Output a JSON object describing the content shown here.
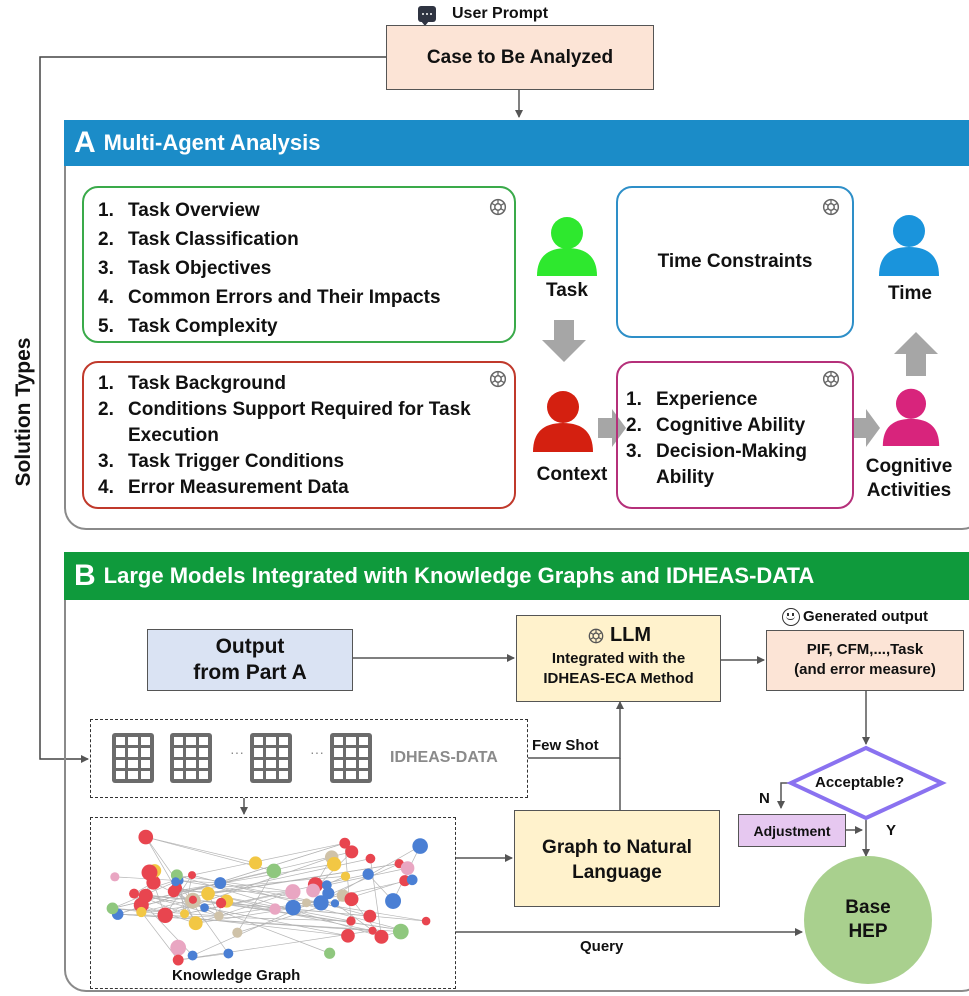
{
  "header": {
    "user_prompt_label": "User Prompt",
    "case_box": "Case to Be Analyzed"
  },
  "side_label": "Solution  Types",
  "section_a": {
    "letter": "A",
    "title": "Multi-Agent Analysis",
    "color": "#1b8cc8",
    "task_list": [
      {
        "num": "1.",
        "text": "Task Overview"
      },
      {
        "num": "2.",
        "text": "Task Classification"
      },
      {
        "num": "3.",
        "text": "Task Objectives"
      },
      {
        "num": "4.",
        "text": "Common Errors and Their Impacts"
      },
      {
        "num": "5.",
        "text": "Task Complexity"
      }
    ],
    "context_list": [
      {
        "num": "1.",
        "text": "Task Background"
      },
      {
        "num": "2.",
        "text": "Conditions Support Required for Task Execution"
      },
      {
        "num": "3.",
        "text": "Task Trigger Conditions"
      },
      {
        "num": "4.",
        "text": "Error Measurement Data"
      }
    ],
    "time_box": "Time Constraints",
    "cognitive_list": [
      {
        "num": "1.",
        "text": "Experience"
      },
      {
        "num": "2.",
        "text": "Cognitive Ability"
      },
      {
        "num": "3.",
        "text": "Decision-Making Ability"
      }
    ],
    "agents": {
      "task": "Task",
      "context": "Context",
      "time": "Time",
      "cognitive_line1": "Cognitive",
      "cognitive_line2": "Activities"
    },
    "colors": {
      "task": "#2ee82e",
      "context": "#d42010",
      "time": "#1a94dc",
      "cognitive": "#d8247c"
    }
  },
  "section_b": {
    "letter": "B",
    "title": "Large Models Integrated with Knowledge Graphs and IDHEAS-DATA",
    "color": "#0f9a3c",
    "output_a_line1": "Output",
    "output_a_line2": "from Part A",
    "llm_title": "LLM",
    "llm_line1": "Integrated with the",
    "llm_line2": "IDHEAS-ECA Method",
    "generated_output_label": "Generated output",
    "generated_line1": "PIF, CFM,...,Task",
    "generated_line2": "(and error measure)",
    "idheas_data_label": "IDHEAS-DATA",
    "ellipsis": "···",
    "few_shot": "Few Shot",
    "decision": "Acceptable?",
    "no_label": "N",
    "yes_label": "Y",
    "adjustment": "Adjustment",
    "graph_to_nl_line1": "Graph to Natural",
    "graph_to_nl_line2": "Language",
    "knowledge_graph_label": "Knowledge Graph",
    "query_label": "Query",
    "base_hep_line1": "Base",
    "base_hep_line2": "HEP"
  }
}
